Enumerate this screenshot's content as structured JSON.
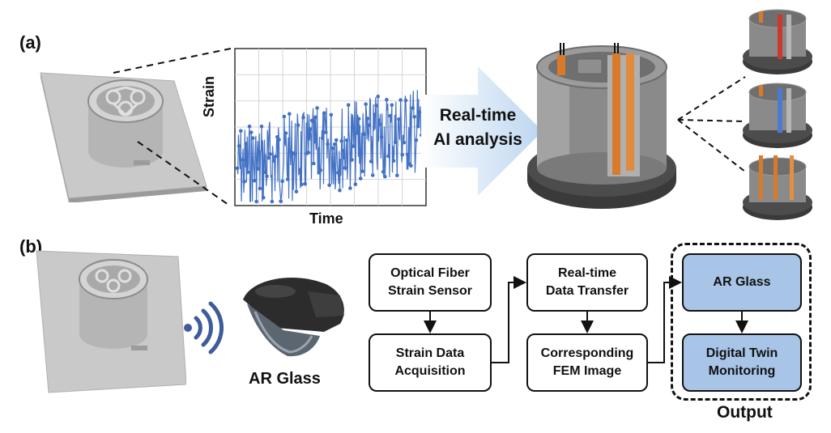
{
  "panel_a": {
    "label": "(a)",
    "y_label": "Strain",
    "x_label": "Time",
    "arrow_lines": [
      "Real-time",
      "AI analysis"
    ]
  },
  "panel_b": {
    "label": "(b)",
    "device_label": "AR Glass",
    "flow": {
      "sensor": [
        "Optical Fiber",
        "Strain Sensor"
      ],
      "acquisition": [
        "Strain Data",
        "Acquisition"
      ],
      "transfer": [
        "Real-time",
        "Data Transfer"
      ],
      "fem": [
        "Corresponding",
        "FEM Image"
      ],
      "ar": [
        "AR Glass"
      ],
      "twin": [
        "Digital Twin",
        "Monitoring"
      ]
    },
    "output_label": "Output"
  },
  "colors": {
    "signal": "#4472c4",
    "output_box": "#a8c4e6",
    "arrow_fill": "#cfe2f5",
    "metal": "#8a8a8a",
    "copper": "#d97a2b"
  }
}
